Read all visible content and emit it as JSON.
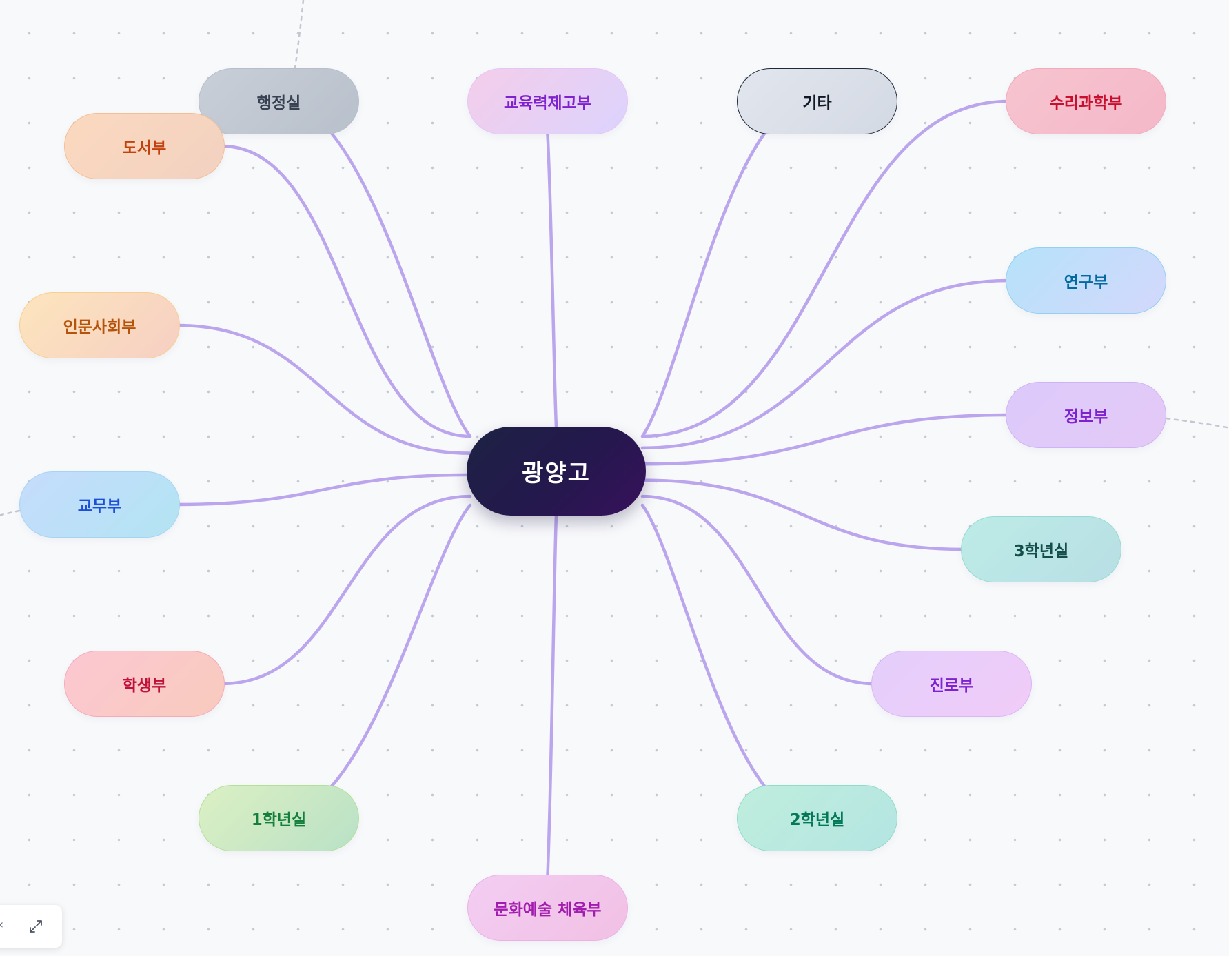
{
  "mindmap": {
    "center": "광양고",
    "nodes": [
      {
        "id": "haengjeongsil",
        "label": "행정실",
        "bg": "linear-gradient(135deg,#c9cfd8,#b8c0cb)",
        "border": "#b6bec9",
        "color": "#374151"
      },
      {
        "id": "gyoyukryeok",
        "label": "교육력제고부",
        "bg": "linear-gradient(135deg,#f4cdea,#dcd3fd)",
        "border": "#e4c6f5",
        "color": "#7e22ce"
      },
      {
        "id": "gita",
        "label": "기타",
        "bg": "linear-gradient(135deg,#e2e6ee,#d3d9e3)",
        "border": "#1f2937",
        "color": "#111827"
      },
      {
        "id": "surigwahak",
        "label": "수리과학부",
        "bg": "linear-gradient(135deg,#f7c4cf,#f4b8c9)",
        "border": "#f2a9bb",
        "color": "#c8102e"
      },
      {
        "id": "doseo",
        "label": "도서부",
        "bg": "linear-gradient(135deg,#fbd9bf,#f2d1c1)",
        "border": "#f5bf95",
        "color": "#c2410c"
      },
      {
        "id": "inmunsahoe",
        "label": "인문사회부",
        "bg": "linear-gradient(135deg,#fde5bd,#f6cfc3)",
        "border": "#f7cf8f",
        "color": "#b45309"
      },
      {
        "id": "yeongu",
        "label": "연구부",
        "bg": "linear-gradient(135deg,#b5e2fa,#d4d8fb)",
        "border": "#93d0f2",
        "color": "#0369a1"
      },
      {
        "id": "jeongbo",
        "label": "정보부",
        "bg": "linear-gradient(135deg,#ddcafb,#e3c9f6)",
        "border": "#d0b3f4",
        "color": "#7e22ce"
      },
      {
        "id": "gyomu",
        "label": "교무부",
        "bg": "linear-gradient(135deg,#c5dcfc,#b3e4f3)",
        "border": "#a6d4f2",
        "color": "#1d4ed8"
      },
      {
        "id": "3hak",
        "label": "3학년실",
        "bg": "linear-gradient(135deg,#bdebe6,#b8dfe5)",
        "border": "#95dbd1",
        "color": "#134e4a"
      },
      {
        "id": "haksaeng",
        "label": "학생부",
        "bg": "linear-gradient(135deg,#fcc7d2,#f8cbbd)",
        "border": "#f6a9b9",
        "color": "#be123c"
      },
      {
        "id": "jinro",
        "label": "진로부",
        "bg": "linear-gradient(135deg,#e4cffb,#f1cbf8)",
        "border": "#d8b7f5",
        "color": "#7e22ce"
      },
      {
        "id": "1hak",
        "label": "1학년실",
        "bg": "linear-gradient(135deg,#dcf0c3,#b9e1c6)",
        "border": "#b5e09a",
        "color": "#15803d"
      },
      {
        "id": "2hak",
        "label": "2학년실",
        "bg": "linear-gradient(135deg,#bfeedd,#b4e5e2)",
        "border": "#8fdcc7",
        "color": "#047857"
      },
      {
        "id": "munhwa",
        "label": "문화예술 체육부",
        "bg": "linear-gradient(135deg,#f3cdf3,#f2c0e4)",
        "border": "#ebb1e6",
        "color": "#a21caf"
      }
    ]
  },
  "colors": {
    "edge": "#bba6ee",
    "background": "#f8f9fb",
    "dashed_edge": "#c4c7cf"
  },
  "controls": {
    "fit_icon": "expand-arrows-icon"
  }
}
